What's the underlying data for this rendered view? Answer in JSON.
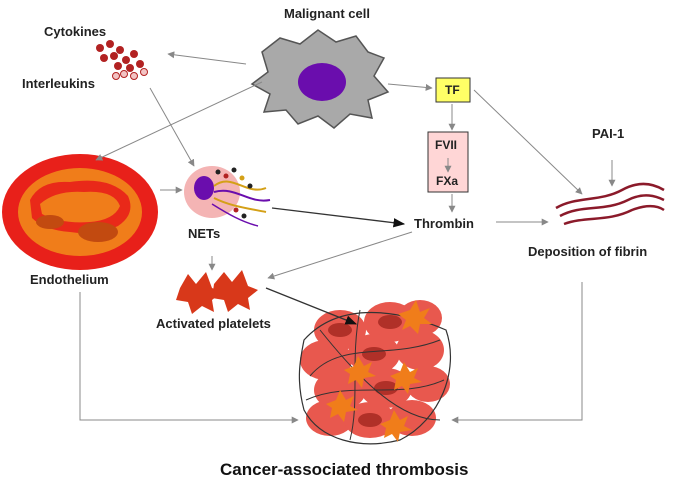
{
  "labels": {
    "malignant_cell": "Malignant cell",
    "cytokines": "Cytokines",
    "interleukins": "Interleukins",
    "tf": "TF",
    "fvii": "FVII",
    "fxa": "FXa",
    "pai1": "PAI-1",
    "nets": "NETs",
    "thrombin": "Thrombin",
    "endothelium": "Endothelium",
    "deposition_of_fibrin": "Deposition of fibrin",
    "activated_platelets": "Activated platelets",
    "title": "Cancer-associated thrombosis"
  },
  "colors": {
    "cell_body": "#a8a8a8",
    "nucleus": "#6a0dad",
    "tf_box": "#ffff66",
    "factor_box": "#ffd6d6",
    "endothelium_outer": "#e8201a",
    "endothelium_inner": "#f07d1a",
    "cytokine": "#b22222",
    "platelet": "#d8381a",
    "rbc": "#e8584e",
    "fibrin": "#8b1a2a",
    "arrow": "#999999"
  },
  "icons": [
    "malignant-cell-icon",
    "cytokine-dots-icon",
    "net-cell-icon",
    "endothelium-icon",
    "fibrin-strands-icon",
    "platelet-icon",
    "thrombus-icon"
  ]
}
